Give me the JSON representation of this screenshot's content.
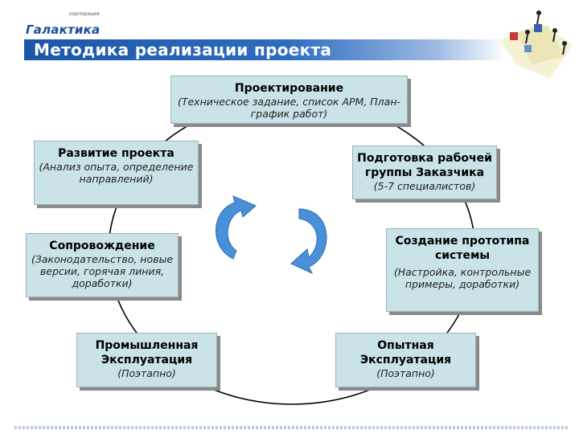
{
  "header": {
    "logo_corp": "корпорация",
    "logo_name": "Галактика",
    "title": "Методика реализации проекта"
  },
  "stages": {
    "design": {
      "title": "Проектирование",
      "subtitle": "(Техническое задание, список АРМ, План-график работ)"
    },
    "team": {
      "title": "Подготовка рабочей группы Заказчика",
      "subtitle": "(5-7 специалистов)"
    },
    "prototype": {
      "title": "Создание прототипа системы",
      "subtitle": "(Настройка, контрольные примеры, доработки)"
    },
    "pilot": {
      "title": "Опытная Эксплуатация",
      "subtitle": "(Поэтапно)"
    },
    "industrial": {
      "title": "Промышленная Эксплуатация",
      "subtitle": "(Поэтапно)"
    },
    "support": {
      "title": "Сопровождение",
      "subtitle": "(Законодательство, новые версии, горячая линия, доработки)"
    },
    "development": {
      "title": "Развитие проекта",
      "subtitle": "(Анализ опыта, определение направлений)"
    }
  },
  "colors": {
    "title_bar": "#1b56a8",
    "box_fill": "#c9e3e8",
    "arrow_fill": "#4a90d9"
  },
  "icons": [
    "cycle-arrow-left-icon",
    "cycle-arrow-right-icon",
    "hockey-players-decor"
  ]
}
